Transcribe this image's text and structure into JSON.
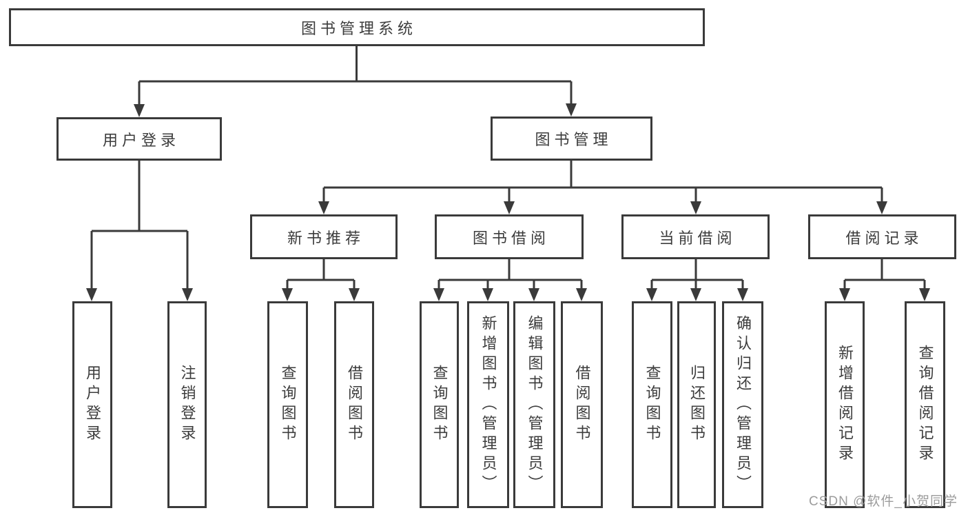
{
  "diagram": {
    "title": "图书管理系统",
    "nodes": {
      "root": "图书管理系统",
      "user_login": "用户登录",
      "book_mgmt": "图书管理",
      "new_book_rec": "新书推荐",
      "book_borrow": "图书借阅",
      "current_borrow": "当前借阅",
      "borrow_record": "借阅记录",
      "leaf_user_login": "用户登录",
      "leaf_logout": "注销登录",
      "leaf_query_book_rec": "查询图书",
      "leaf_borrow_book_rec": "借阅图书",
      "leaf_query_book_borrow": "查询图书",
      "leaf_add_book_admin": "新增图书（管理员）",
      "leaf_edit_book_admin": "编辑图书（管理员）",
      "leaf_borrow_book_borrow": "借阅图书",
      "leaf_query_book_current": "查询图书",
      "leaf_return_book": "归还图书",
      "leaf_confirm_return_admin": "确认归还（管理员）",
      "leaf_add_borrow_record": "新增借阅记录",
      "leaf_query_borrow_record": "查询借阅记录"
    },
    "colors": {
      "line": "#3a3a3a",
      "text": "#3c3c3c",
      "background": "#ffffff",
      "watermark": "#9c9c9c"
    }
  },
  "watermark": "CSDN @软件_小贺同学"
}
